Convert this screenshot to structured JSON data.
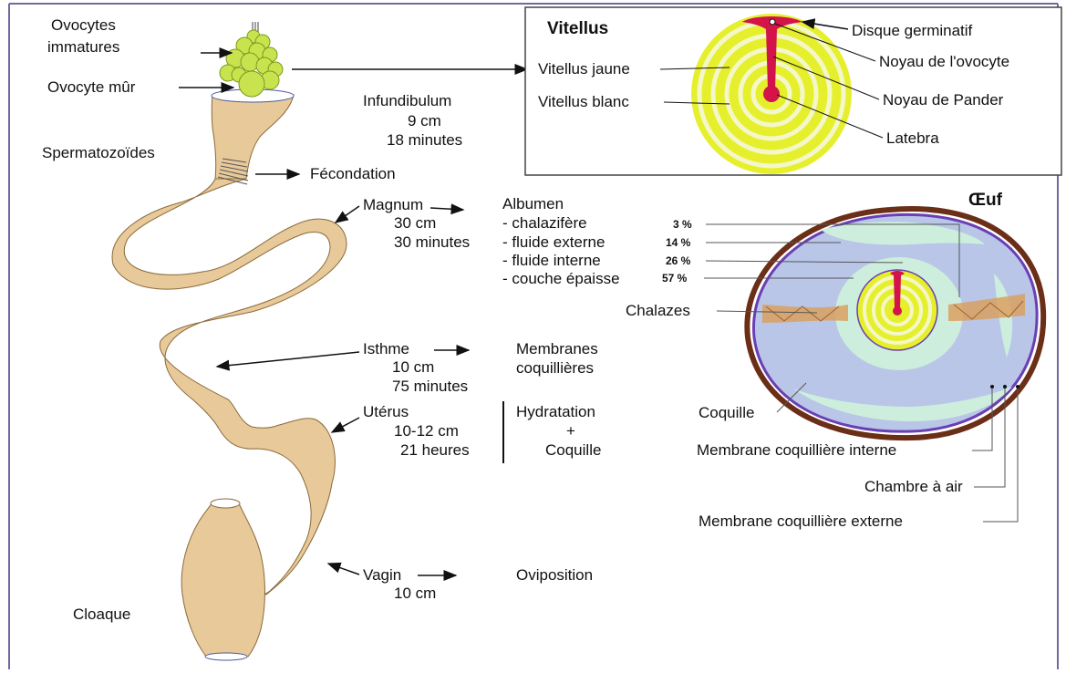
{
  "oviduct": {
    "ovocytes_line1": "Ovocytes",
    "ovocytes_line2": "immatures",
    "ovocyte_mur": "Ovocyte mûr",
    "spermatozoides": "Spermatozoïdes",
    "fecondation": "Fécondation",
    "infundibulum": {
      "name": "Infundibulum",
      "length": "9 cm",
      "time": "18 minutes"
    },
    "magnum": {
      "name": "Magnum",
      "length": "30 cm",
      "time": "30 minutes"
    },
    "albumen": {
      "title": "Albumen",
      "items": [
        "- chalazifère",
        "- fluide externe",
        "- fluide interne",
        "- couche épaisse"
      ]
    },
    "isthme": {
      "name": "Isthme",
      "length": "10 cm",
      "time": "75 minutes",
      "product_line1": "Membranes",
      "product_line2": "coquillières"
    },
    "uterus": {
      "name": "Utérus",
      "length": "10-12 cm",
      "time": "21 heures",
      "product_line1": "Hydratation",
      "product_line2": "+",
      "product_line3": "Coquille"
    },
    "vagin": {
      "name": "Vagin",
      "length": "10 cm",
      "product": "Oviposition"
    },
    "cloaque": "Cloaque"
  },
  "vitellus": {
    "title": "Vitellus",
    "jaune": "Vitellus jaune",
    "blanc": "Vitellus blanc",
    "disque": "Disque germinatif",
    "noyau_ovocyte": "Noyau de l'ovocyte",
    "noyau_pander": "Noyau de Pander",
    "latebra": "Latebra"
  },
  "oeuf": {
    "title": "Œuf",
    "percentages": [
      "3 %",
      "14 %",
      "26 %",
      "57 %"
    ],
    "chalazes": "Chalazes",
    "coquille": "Coquille",
    "membrane_interne": "Membrane coquillière interne",
    "chambre_air": "Chambre à air",
    "membrane_externe": "Membrane coquillière externe"
  },
  "colors": {
    "tract_fill": "#e8c99a",
    "yolk_yellow": "#e6ef2c",
    "yolk_white": "#f4f7c8",
    "germinal_red": "#d4134a",
    "shell_brown": "#6b2e17",
    "membrane_purple": "#6a3fb4",
    "albumen_blue": "#b9c6e8",
    "albumen_light": "#cdeedd",
    "chalaze_orange": "#d9a060",
    "ovocyte_green": "#c9e34f",
    "frame_purple": "#6c6a9e"
  }
}
